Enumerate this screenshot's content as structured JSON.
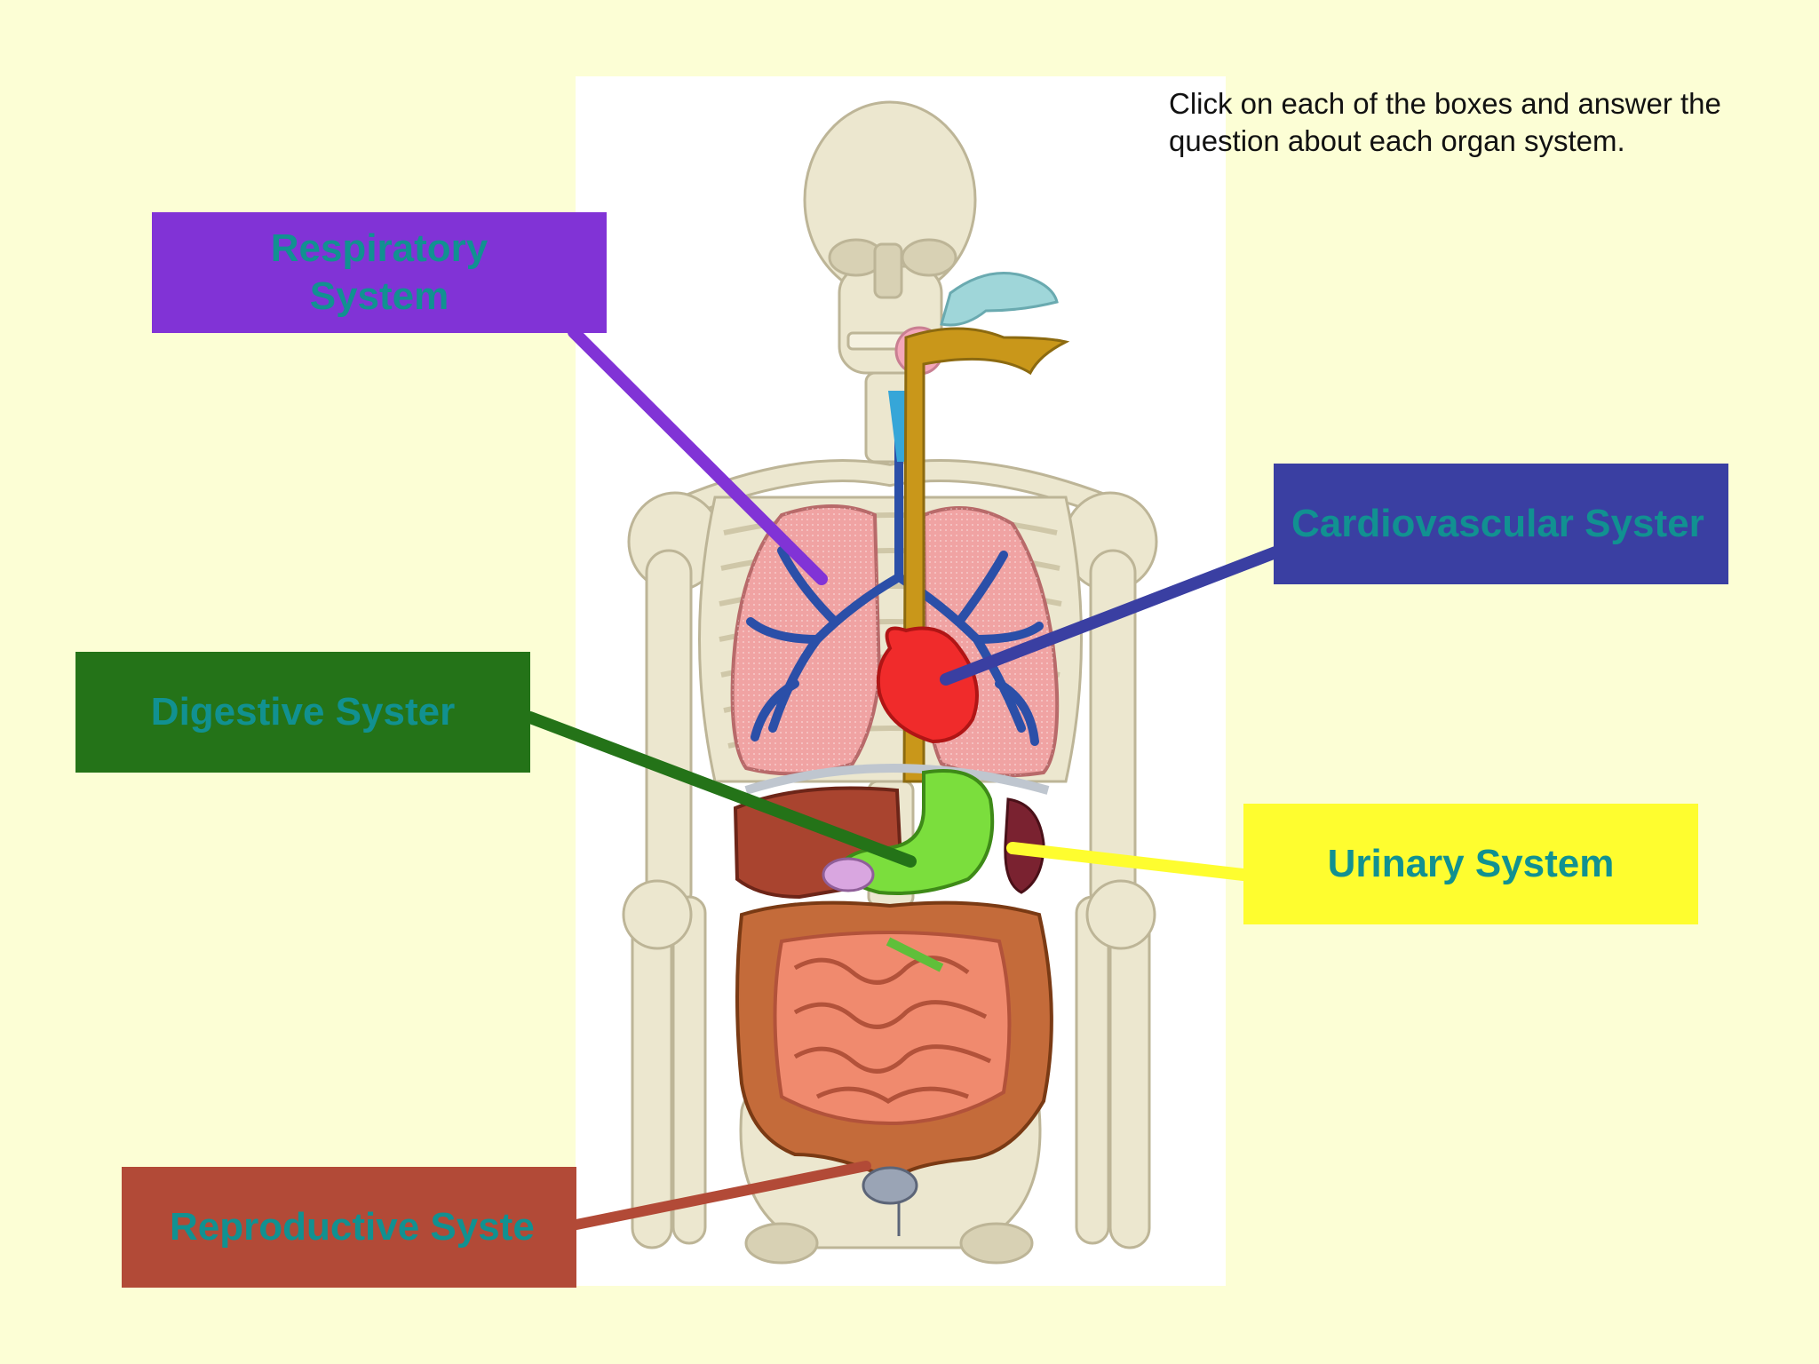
{
  "instructions": {
    "line1": "Click on each of the boxes and answer the",
    "line2": "question about each organ system."
  },
  "systems": {
    "respiratory": {
      "label": "Respiratory System",
      "color": "#8133d6"
    },
    "cardiovascular": {
      "label": "Cardiovascular Syster",
      "color": "#3a3fa2"
    },
    "digestive": {
      "label": "Digestive Syster",
      "color": "#247318"
    },
    "urinary": {
      "label": "Urinary System",
      "color": "#fefd2f"
    },
    "reproductive": {
      "label": "Reproductive Syste",
      "color": "#b24a37"
    }
  },
  "colors": {
    "background": "#fcfed5",
    "label_text": "#119191",
    "bone": "#ece7cf",
    "lungs": "#f0a3a3",
    "bronchi": "#2b4fa8",
    "heart": "#f02b2b",
    "liver": "#a9442f",
    "stomach": "#7bde3d",
    "intestine": "#c46b3a",
    "small_intestine": "#f08a6e",
    "esophagus": "#c9971a",
    "trachea": "#36a6d8"
  },
  "icons": [
    "skeleton-figure",
    "lungs-icon",
    "heart-icon",
    "stomach-icon",
    "liver-icon",
    "kidney-icon",
    "intestines-icon",
    "bladder-icon"
  ]
}
